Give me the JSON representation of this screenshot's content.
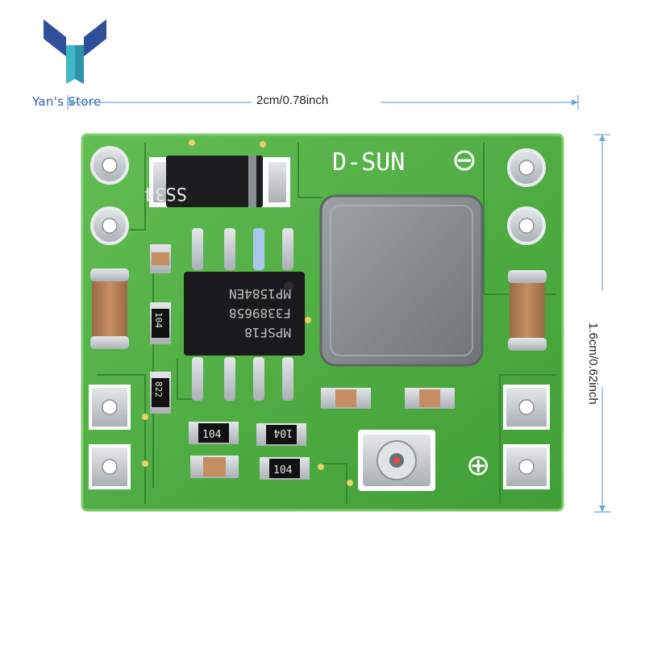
{
  "brand": {
    "store_name": "Yan's Store"
  },
  "dimensions": {
    "width_label": "2cm/0.78inch",
    "height_label": "1.6cm/0.62inch"
  },
  "board": {
    "silkscreen_brand": "D-SUN",
    "minus_symbol": "⊖",
    "plus_symbol": "⊕",
    "diode_marking": "SS34",
    "ic_marking_line1": "MPSF18",
    "ic_marking_line2": "F3389658",
    "ic_marking_line3": "MP1584EN",
    "resistor_104_a": "104",
    "resistor_104_b": "104",
    "resistor_104_c": "104",
    "resistor_104_d": "104",
    "resistor_822": "822"
  },
  "colors": {
    "pcb_green": "#4fae3f",
    "pcb_light": "#6cc65a",
    "pad_silver": "#cfd3d6",
    "inductor_gray": "#8a8f93",
    "logo_blue": "#2f5fa8",
    "logo_teal": "#3fb9c8"
  }
}
